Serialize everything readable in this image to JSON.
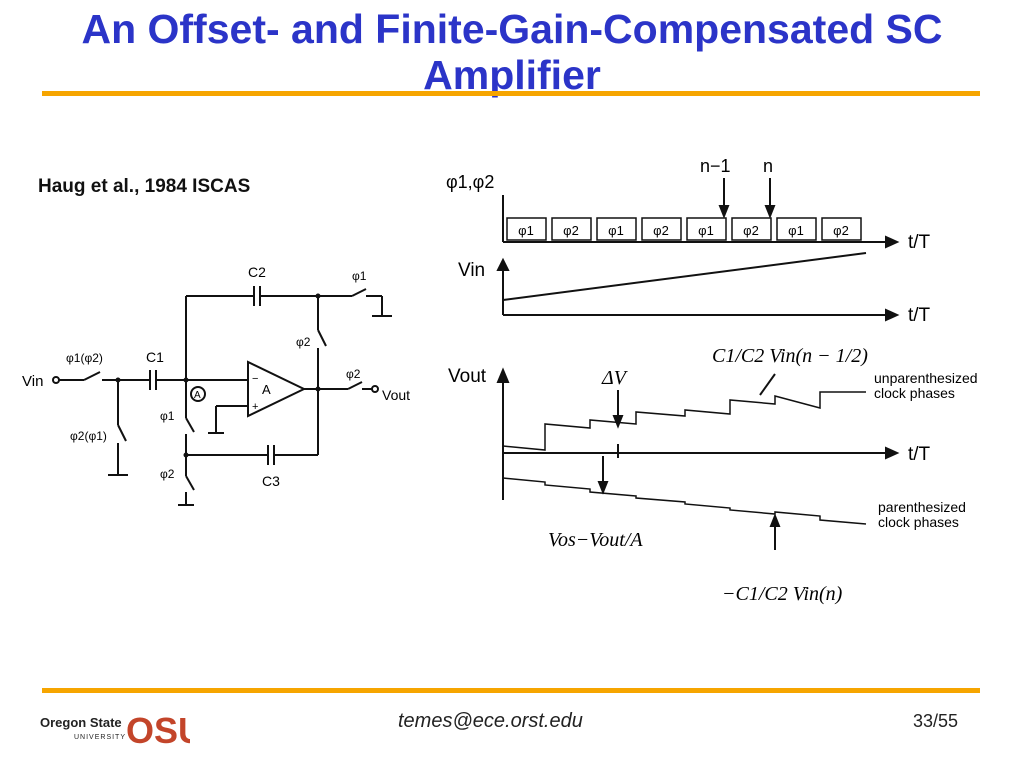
{
  "slide": {
    "title_line1": "An Offset- and Finite-Gain-Compensated SC",
    "title_line2": "Amplifier",
    "citation": "Haug et al., 1984 ISCAS",
    "email": "temes@ece.orst.edu",
    "page": "33/55"
  },
  "logo": {
    "text_main": "Oregon State",
    "text_sub": "UNIVERSITY",
    "mark": "OSU",
    "color": "#c3452a"
  },
  "circuit": {
    "vin": "Vin",
    "phi1_phi2": "φ1(φ2)",
    "phi2_phi1": "φ2(φ1)",
    "c1": "C1",
    "c2": "C2",
    "c3": "C3",
    "phi1_top": "φ1",
    "phi2_mid": "φ2",
    "phi1_left": "φ1",
    "phi2_left": "φ2",
    "phi2_out": "φ2",
    "vout": "Vout",
    "amp": "A",
    "node": "A"
  },
  "timing": {
    "clock_label": "φ1,φ2",
    "phases": [
      "φ1",
      "φ2",
      "φ1",
      "φ2",
      "φ1",
      "φ2",
      "φ1",
      "φ2"
    ],
    "n_minus_1": "n−1",
    "n": "n",
    "t_axis": "t/T",
    "vin_label": "Vin",
    "vout_label": "Vout",
    "delta_v": "ΔV",
    "formula_top": "C1/C2 Vin(n − 1/2)",
    "unparen_1": "unparenthesized",
    "unparen_2": "clock phases",
    "paren_1": "parenthesized",
    "paren_2": "clock phases",
    "vos": "Vos−Vout/A",
    "formula_bottom": "−C1/C2 Vin(n)"
  }
}
